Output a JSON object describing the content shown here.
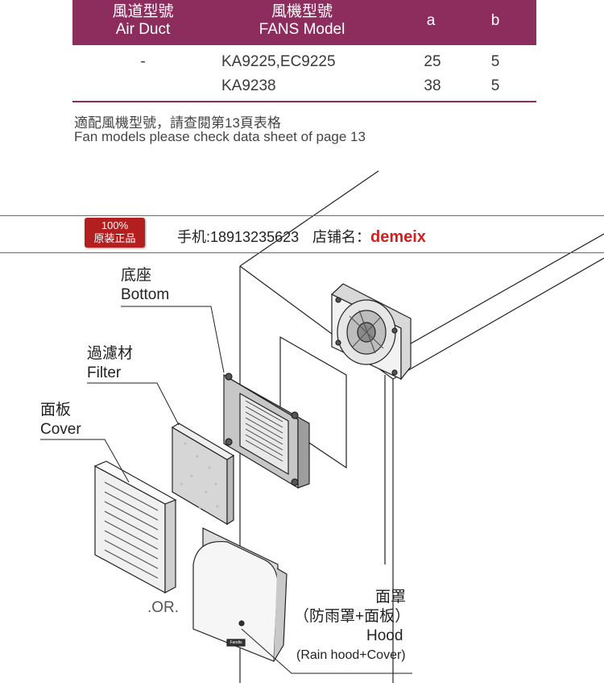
{
  "table": {
    "headers": [
      {
        "zh": "風道型號",
        "en": "Air Duct"
      },
      {
        "zh": "風機型號",
        "en": "FANS Model"
      },
      {
        "single": "a"
      },
      {
        "single": "b"
      }
    ],
    "rows": [
      {
        "duct": "-",
        "model": "KA9225,EC9225",
        "a": "25",
        "b": "5"
      },
      {
        "duct": "",
        "model": "KA9238",
        "a": "38",
        "b": "5"
      }
    ]
  },
  "note": {
    "zh": "適配風機型號，請查閱第13頁表格",
    "en": "Fan models please check data sheet of page 13"
  },
  "banner": {
    "stamp_top": "100%",
    "stamp_bottom": "原装正品",
    "phone": "手机:18913235623",
    "shop_label": "店铺名：",
    "shop_name": "demeix"
  },
  "labels": {
    "bottom_zh": "底座",
    "bottom_en": "Bottom",
    "filter_zh": "過濾材",
    "filter_en": "Filter",
    "cover_zh": "面板",
    "cover_en": "Cover",
    "or": ".OR.",
    "hood_zh": "面罩",
    "hood_zh2": "（防雨罩+面板）",
    "hood_en": "Hood",
    "hood_en2": "(Rain hood+Cover)",
    "logo": "Fandis"
  },
  "colors": {
    "header_bg": "#8d2d5e",
    "stamp_bg": "#b31e1e",
    "brand_red": "#d42020"
  }
}
